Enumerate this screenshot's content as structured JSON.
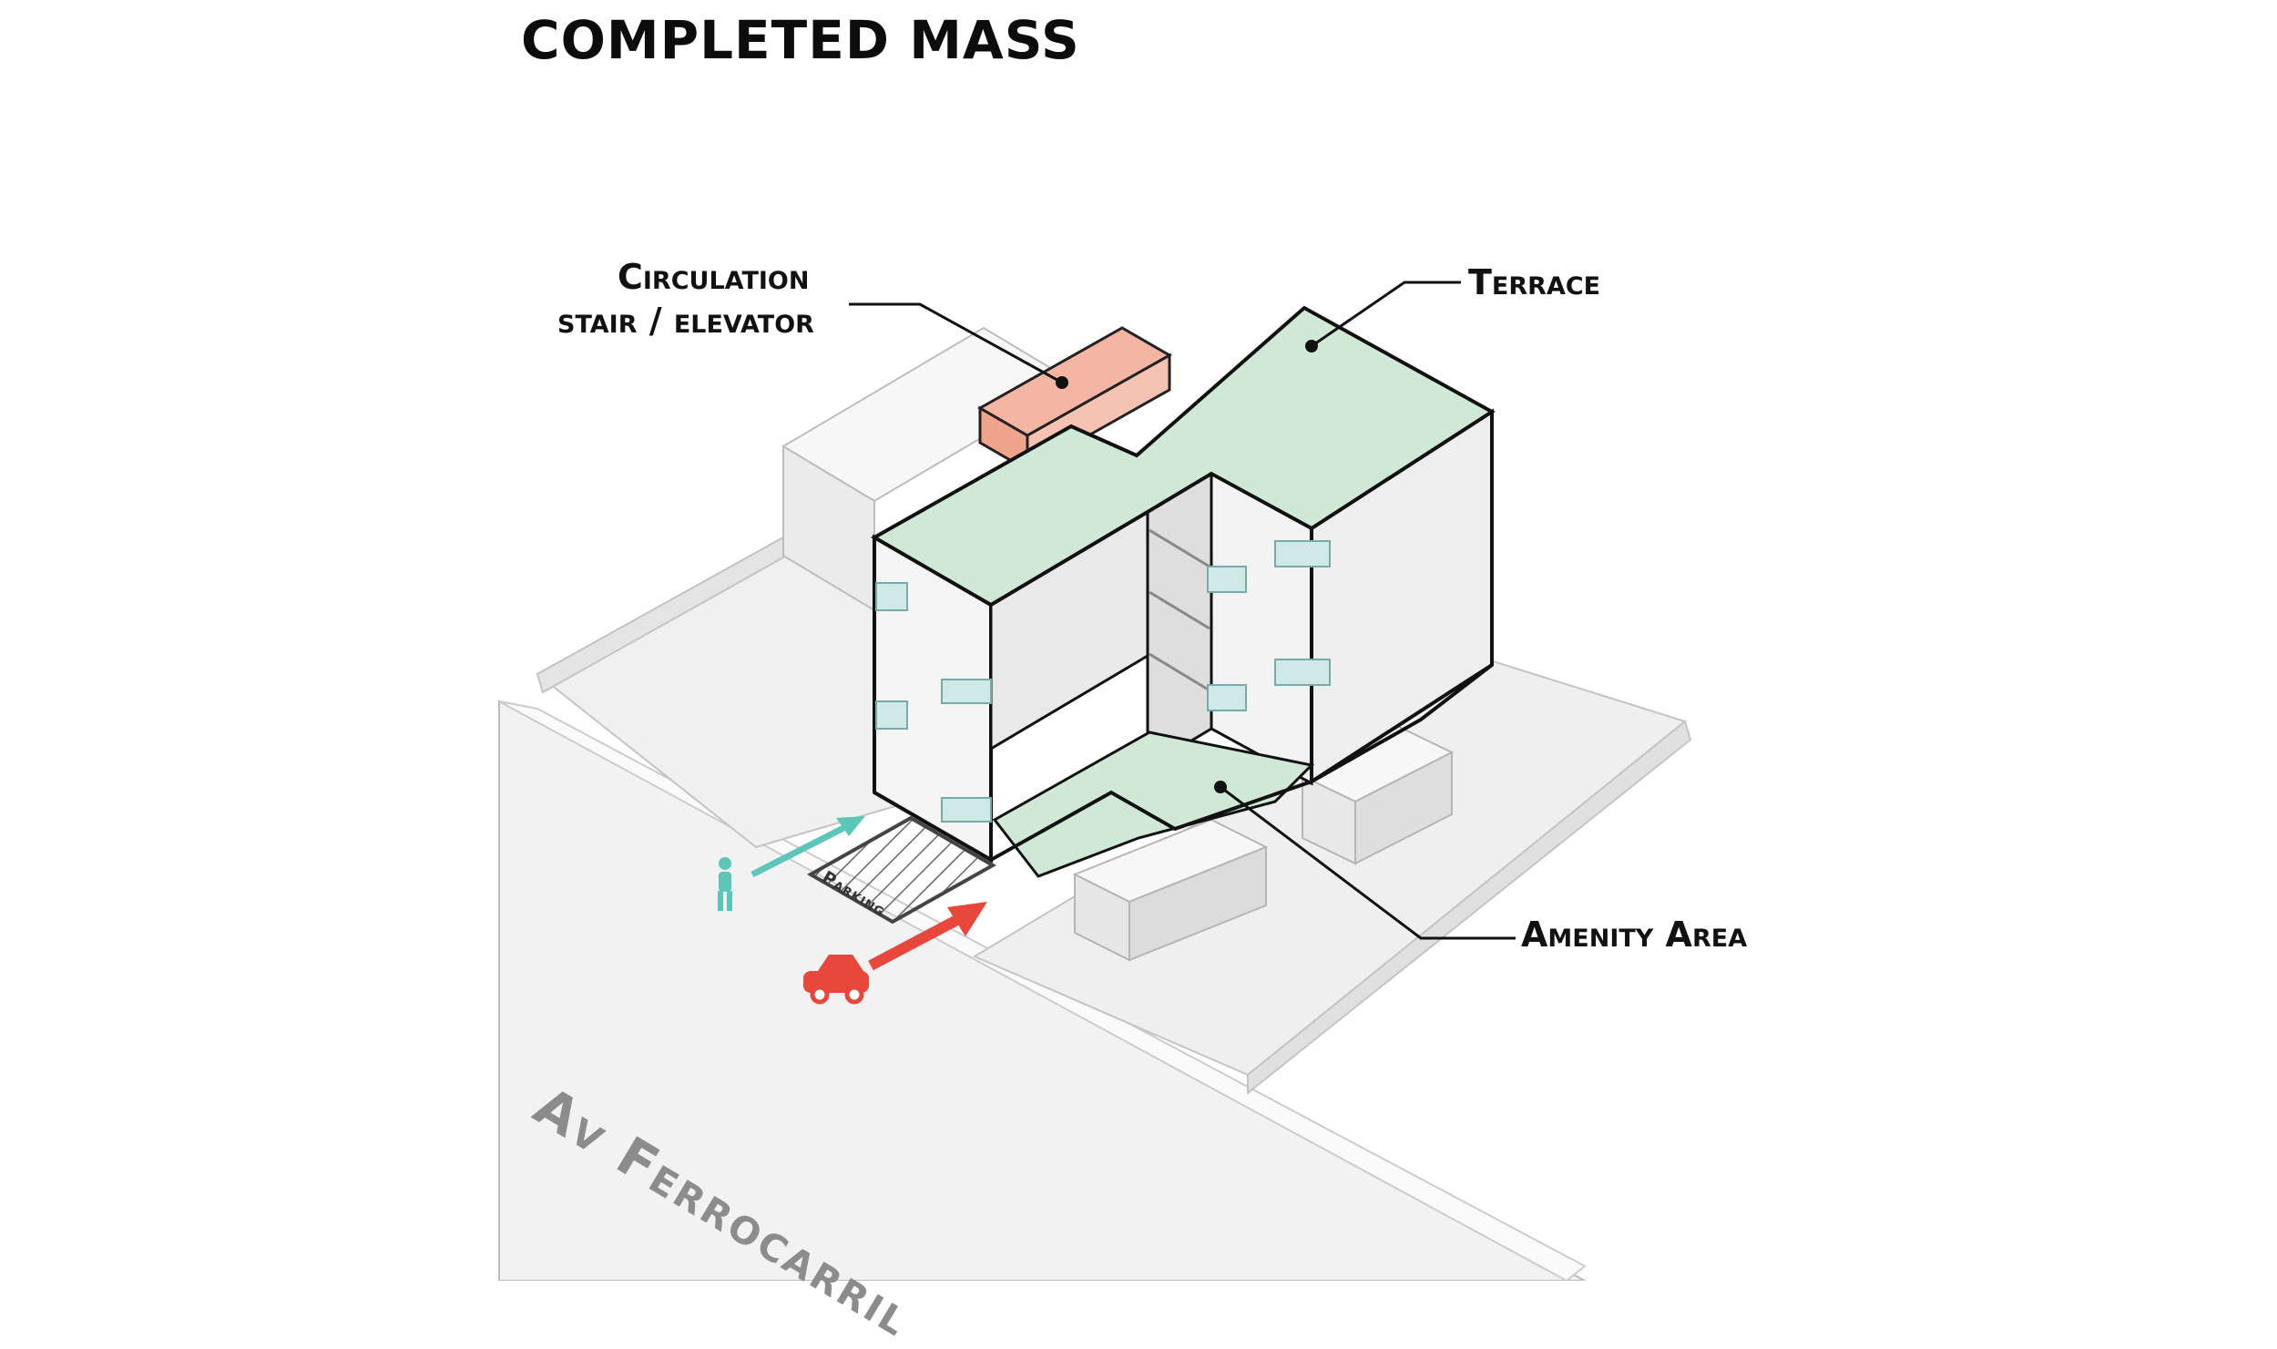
{
  "title": "COMPLETED MASS",
  "labels": {
    "circulation_line1": "Circulation",
    "circulation_line2": "stair / elevator",
    "terrace": "Terrace",
    "amenity": "Amenity Area",
    "parking": "Parking",
    "street": "Av Ferrocarril"
  },
  "icons": {
    "pedestrian": "pedestrian-icon",
    "car": "car-icon"
  },
  "colors": {
    "terrace_green": "#cfe9d6",
    "circulation_salmon": "#f4b6a2",
    "pedestrian_arrow": "#5cc7b8",
    "car_arrow": "#e8473c",
    "building_white": "#f4f4f4",
    "outline": "#111111",
    "street_text": "#8c8c8c"
  }
}
